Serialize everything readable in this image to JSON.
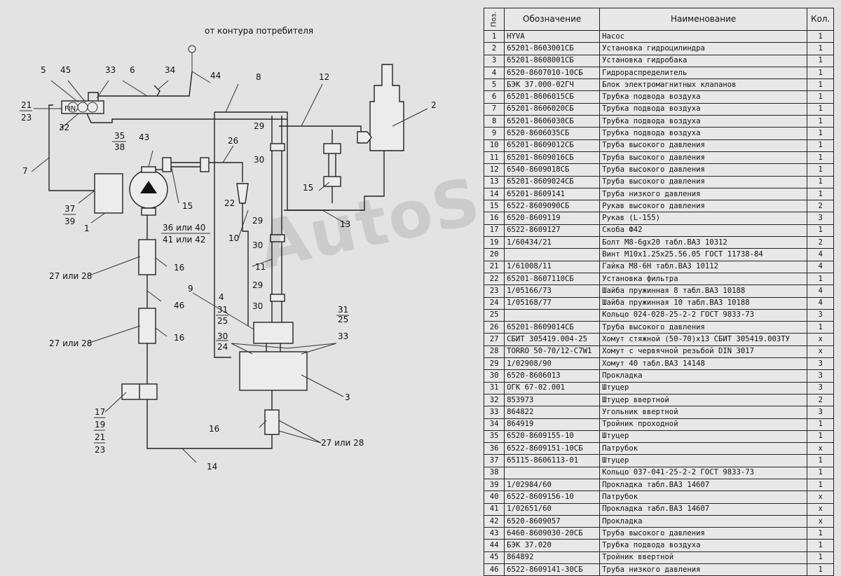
{
  "diagram": {
    "top_label": "от контура потребителя",
    "labels": {
      "l1": "1",
      "l2": "2",
      "l3": "3",
      "l4": "4",
      "l5": "5",
      "l6": "6",
      "l7": "7",
      "l8": "8",
      "l9": "9",
      "l10": "10",
      "l11": "11",
      "l12": "12",
      "l13": "13",
      "l14": "14",
      "l15a": "15",
      "l15b": "15",
      "l16a": "16",
      "l16b": "16",
      "l16c": "16",
      "l17": "17",
      "l19": "19",
      "l21a": "21",
      "l23a": "23",
      "l21b": "21",
      "l23b": "23",
      "l22": "22",
      "l24": "24",
      "l25a": "25",
      "l25b": "25",
      "l26": "26",
      "l27a": "27 или 28",
      "l27b": "27 или 28",
      "l27c": "27 или 28",
      "l29a": "29",
      "l29b": "29",
      "l29c": "29",
      "l30a": "30",
      "l30b": "30",
      "l30c": "30",
      "l30d": "30",
      "l31a": "31",
      "l31b": "31",
      "l32": "32",
      "l33a": "33",
      "l33b": "33",
      "l34": "34",
      "l35": "35",
      "l37": "37",
      "l38": "38",
      "l39": "39",
      "l36": "36 или 40",
      "l41": "41 или 42",
      "l43": "43",
      "l44": "44",
      "l45": "45",
      "l46": "46",
      "fin": "FIN"
    }
  },
  "watermark": "AutoSoft",
  "table": {
    "headers": {
      "pos": "Поз.",
      "designation": "Обозначение",
      "name": "Наименование",
      "qty": "Кол."
    },
    "rows": [
      {
        "pos": "1",
        "designation": "HYVA",
        "name": "Насос",
        "qty": "1"
      },
      {
        "pos": "2",
        "designation": "65201-8603001СБ",
        "name": "Установка гидроцилиндра",
        "qty": "1"
      },
      {
        "pos": "3",
        "designation": "65201-8608001СБ",
        "name": "Установка гидробака",
        "qty": "1"
      },
      {
        "pos": "4",
        "designation": "6520-8607010-10СБ",
        "name": "Гидрораспределитель",
        "qty": "1"
      },
      {
        "pos": "5",
        "designation": "БЭК 37.000-02ГЧ",
        "name": "Блок электромагнитных клапанов",
        "qty": "1"
      },
      {
        "pos": "6",
        "designation": "65201-8606015СБ",
        "name": "Трубка подвода воздуха",
        "qty": "1"
      },
      {
        "pos": "7",
        "designation": "65201-8606020СБ",
        "name": "Трубка подвода воздуха",
        "qty": "1"
      },
      {
        "pos": "8",
        "designation": "65201-8606030СБ",
        "name": "Трубка подвода воздуха",
        "qty": "1"
      },
      {
        "pos": "9",
        "designation": "6520-8606035СБ",
        "name": "Трубка подвода воздуха",
        "qty": "1"
      },
      {
        "pos": "10",
        "designation": "65201-8609012СБ",
        "name": "Труба высокого давления",
        "qty": "1"
      },
      {
        "pos": "11",
        "designation": "65201-8609016СБ",
        "name": "Труба высокого давления",
        "qty": "1"
      },
      {
        "pos": "12",
        "designation": "6540-8609018СБ",
        "name": "Труба высокого давления",
        "qty": "1"
      },
      {
        "pos": "13",
        "designation": "65201-8609024СБ",
        "name": "Труба высокого давления",
        "qty": "1"
      },
      {
        "pos": "14",
        "designation": "65201-8609141",
        "name": "Труба низкого давления",
        "qty": "1"
      },
      {
        "pos": "15",
        "designation": "6522-8609090СБ",
        "name": "Рукав высокого давления",
        "qty": "2"
      },
      {
        "pos": "16",
        "designation": "6520-8609119",
        "name": "Рукав (L-155)",
        "qty": "3"
      },
      {
        "pos": "17",
        "designation": "6522-8609127",
        "name": "Скоба Ф42",
        "qty": "1"
      },
      {
        "pos": "19",
        "designation": "1/60434/21",
        "name": "Болт М8-6gх20 табл.ВАЗ 10312",
        "qty": "2"
      },
      {
        "pos": "20",
        "designation": "",
        "name": "Винт М10х1.25х25.56.05 ГОСТ 11738-84",
        "qty": "4"
      },
      {
        "pos": "21",
        "designation": "1/61008/11",
        "name": "Гайка М8-6Н табл.ВАЗ 10112",
        "qty": "4"
      },
      {
        "pos": "22",
        "designation": "65201-8607110СБ",
        "name": "Установка фильтра",
        "qty": "1"
      },
      {
        "pos": "23",
        "designation": "1/05166/73",
        "name": "Шайба пружинная 8 табл.ВАЗ 10188",
        "qty": "4"
      },
      {
        "pos": "24",
        "designation": "1/05168/77",
        "name": "Шайба пружинная 10 табл.ВАЗ 10188",
        "qty": "4"
      },
      {
        "pos": "25",
        "designation": "",
        "name": "Кольцо 024-028-25-2-2 ГОСТ 9833-73",
        "qty": "3"
      },
      {
        "pos": "26",
        "designation": "65201-8609014СБ",
        "name": "Труба высокого давления",
        "qty": "1"
      },
      {
        "pos": "27",
        "designation": "СБИТ 305419.004-25",
        "name": "Хомут стяжной (50-70)х13 СБИТ 305419.003ТУ",
        "qty": "х"
      },
      {
        "pos": "28",
        "designation": "TORRO 50-70/12-C7W1",
        "name": "Хомут с червячной резьбой DIN 3017",
        "qty": "х"
      },
      {
        "pos": "29",
        "designation": "1/02908/90",
        "name": "Хомут 40 табл.ВАЗ 14148",
        "qty": "3"
      },
      {
        "pos": "30",
        "designation": "6520-8606013",
        "name": "Прокладка",
        "qty": "3"
      },
      {
        "pos": "31",
        "designation": "ОГК 67-02.001",
        "name": "Штуцер",
        "qty": "3"
      },
      {
        "pos": "32",
        "designation": "853973",
        "name": "Штуцер ввертной",
        "qty": "2"
      },
      {
        "pos": "33",
        "designation": "864822",
        "name": "Угольник ввертной",
        "qty": "3"
      },
      {
        "pos": "34",
        "designation": "864919",
        "name": "Тройник проходной",
        "qty": "1"
      },
      {
        "pos": "35",
        "designation": "6520-8609155-10",
        "name": "Штуцер",
        "qty": "1"
      },
      {
        "pos": "36",
        "designation": "6522-8609151-10СБ",
        "name": "Патрубок",
        "qty": "х"
      },
      {
        "pos": "37",
        "designation": "65115-8606113-01",
        "name": "Штуцер",
        "qty": "1"
      },
      {
        "pos": "38",
        "designation": "",
        "name": "Кольцо 037-041-25-2-2 ГОСТ 9833-73",
        "qty": "1"
      },
      {
        "pos": "39",
        "designation": "1/02984/60",
        "name": "Прокладка табл.ВАЗ 14607",
        "qty": "1"
      },
      {
        "pos": "40",
        "designation": "6522-8609156-10",
        "name": "Патрубок",
        "qty": "х"
      },
      {
        "pos": "41",
        "designation": "1/02651/60",
        "name": "Прокладка табл.ВАЗ 14607",
        "qty": "х"
      },
      {
        "pos": "42",
        "designation": "6520-8609057",
        "name": "Прокладка",
        "qty": "х"
      },
      {
        "pos": "43",
        "designation": "6460-8609030-20СБ",
        "name": "Труба высокого давления",
        "qty": "1"
      },
      {
        "pos": "44",
        "designation": "БЭК 37.020",
        "name": "Трубка подвода воздуха",
        "qty": "1"
      },
      {
        "pos": "45",
        "designation": "864892",
        "name": "Тройник ввертной",
        "qty": "1"
      },
      {
        "pos": "46",
        "designation": "6522-8609141-30СБ",
        "name": "Труба низкого давления",
        "qty": "1"
      }
    ]
  }
}
